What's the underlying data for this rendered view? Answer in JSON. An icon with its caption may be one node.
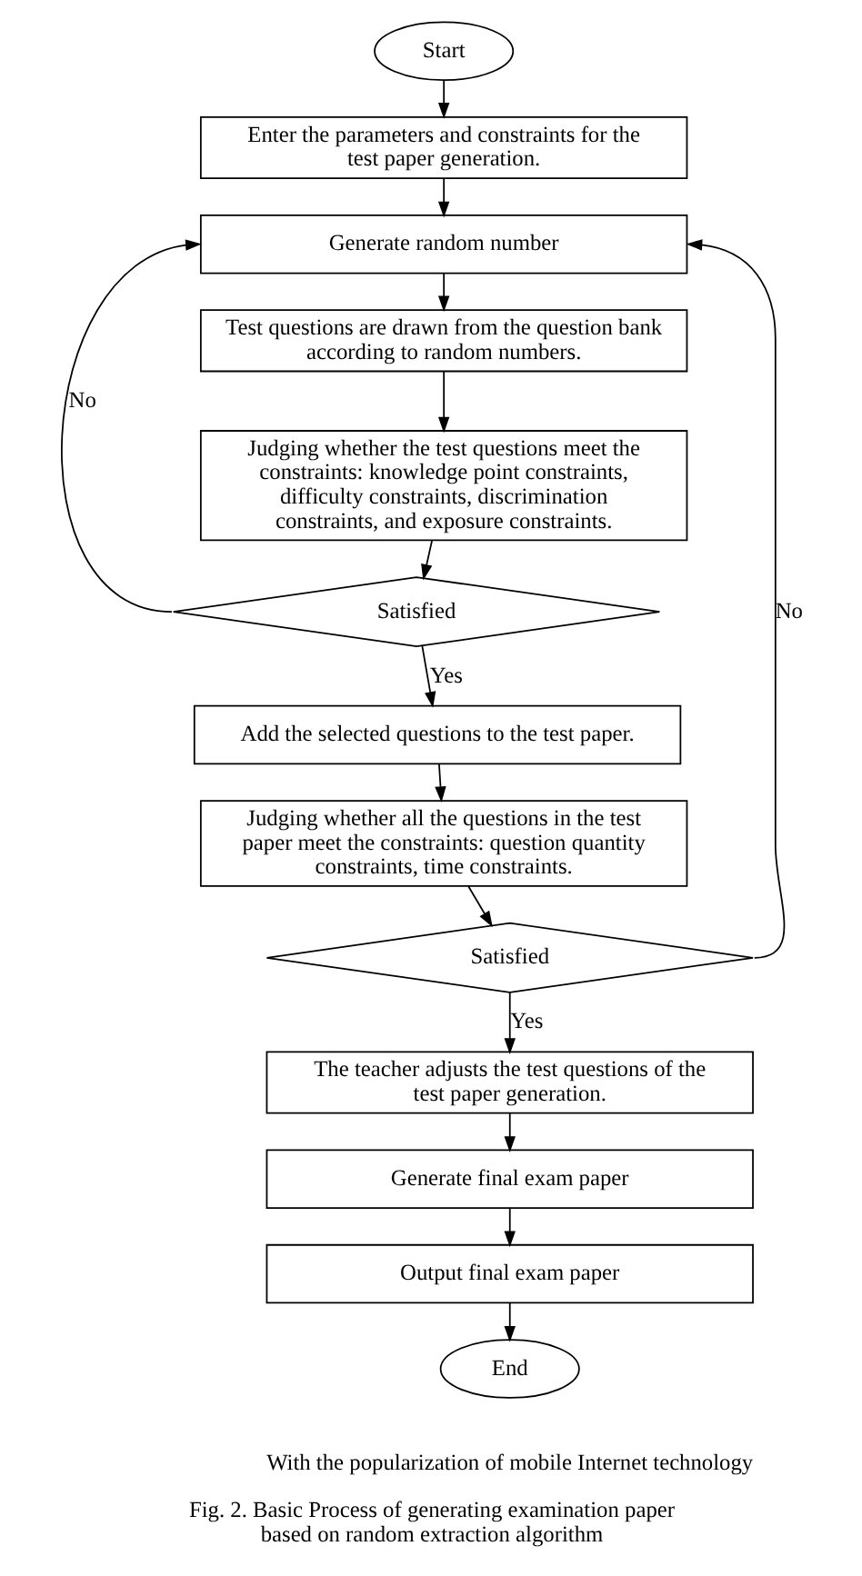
{
  "diagram": {
    "caption": "Fig. 2. Basic Process of generating examination paper based on random extraction algorithm",
    "nodes": [
      {
        "text": [
          "Start"
        ]
      },
      {
        "text": [
          "Enter the parameters and constraints for the test paper generation."
        ]
      },
      {
        "text": [
          "Generate random number"
        ]
      },
      {
        "text": [
          "Test questions are drawn from the question bank according to random numbers."
        ]
      },
      {
        "text": [
          "Judging whether the test questions meet the constraints: knowledge point constraints, difficulty constraints, discrimination constraints, and exposure constraints."
        ]
      },
      {
        "text": [
          "Satisfied"
        ]
      },
      {
        "text": [
          "Add the selected questions to the test paper."
        ]
      },
      {
        "text": [
          "Judging whether all the questions in the test paper meet the constraints: question quantity constraints, time constraints."
        ]
      },
      {
        "text": [
          "Satisfied"
        ]
      },
      {
        "text": [
          "The teacher adjusts the test questions of the test paper generation."
        ]
      },
      {
        "text": [
          "Generate final exam paper"
        ]
      },
      {
        "text": [
          "Output final exam paper"
        ]
      },
      {
        "text": [
          "End"
        ]
      }
    ],
    "edges": [
      {
        "from": 0,
        "to": 1,
        "arrow": "to"
      },
      {
        "from": 1,
        "to": 2,
        "arrow": "to"
      },
      {
        "from": 2,
        "to": 3,
        "arrow": "to"
      },
      {
        "from": 3,
        "to": 4,
        "arrow": "to"
      },
      {
        "from": 4,
        "to": 5,
        "arrow": "to"
      },
      {
        "from": 5,
        "to": 2,
        "arrow": "to",
        "label": "No"
      },
      {
        "from": 5,
        "to": 6,
        "arrow": "to",
        "label": "Yes"
      },
      {
        "from": 6,
        "to": 7,
        "arrow": "to"
      },
      {
        "from": 7,
        "to": 8,
        "arrow": "to"
      },
      {
        "from": 8,
        "to": 2,
        "arrow": "to",
        "label": "No"
      },
      {
        "from": 8,
        "to": 9,
        "arrow": "to",
        "label": "Yes"
      },
      {
        "from": 9,
        "to": 10,
        "arrow": "to"
      },
      {
        "from": 10,
        "to": 11,
        "arrow": "to"
      },
      {
        "from": 11,
        "to": 12,
        "arrow": "to"
      }
    ],
    "labels": [
      "With the popularization of mobile Internet technology"
    ]
  }
}
